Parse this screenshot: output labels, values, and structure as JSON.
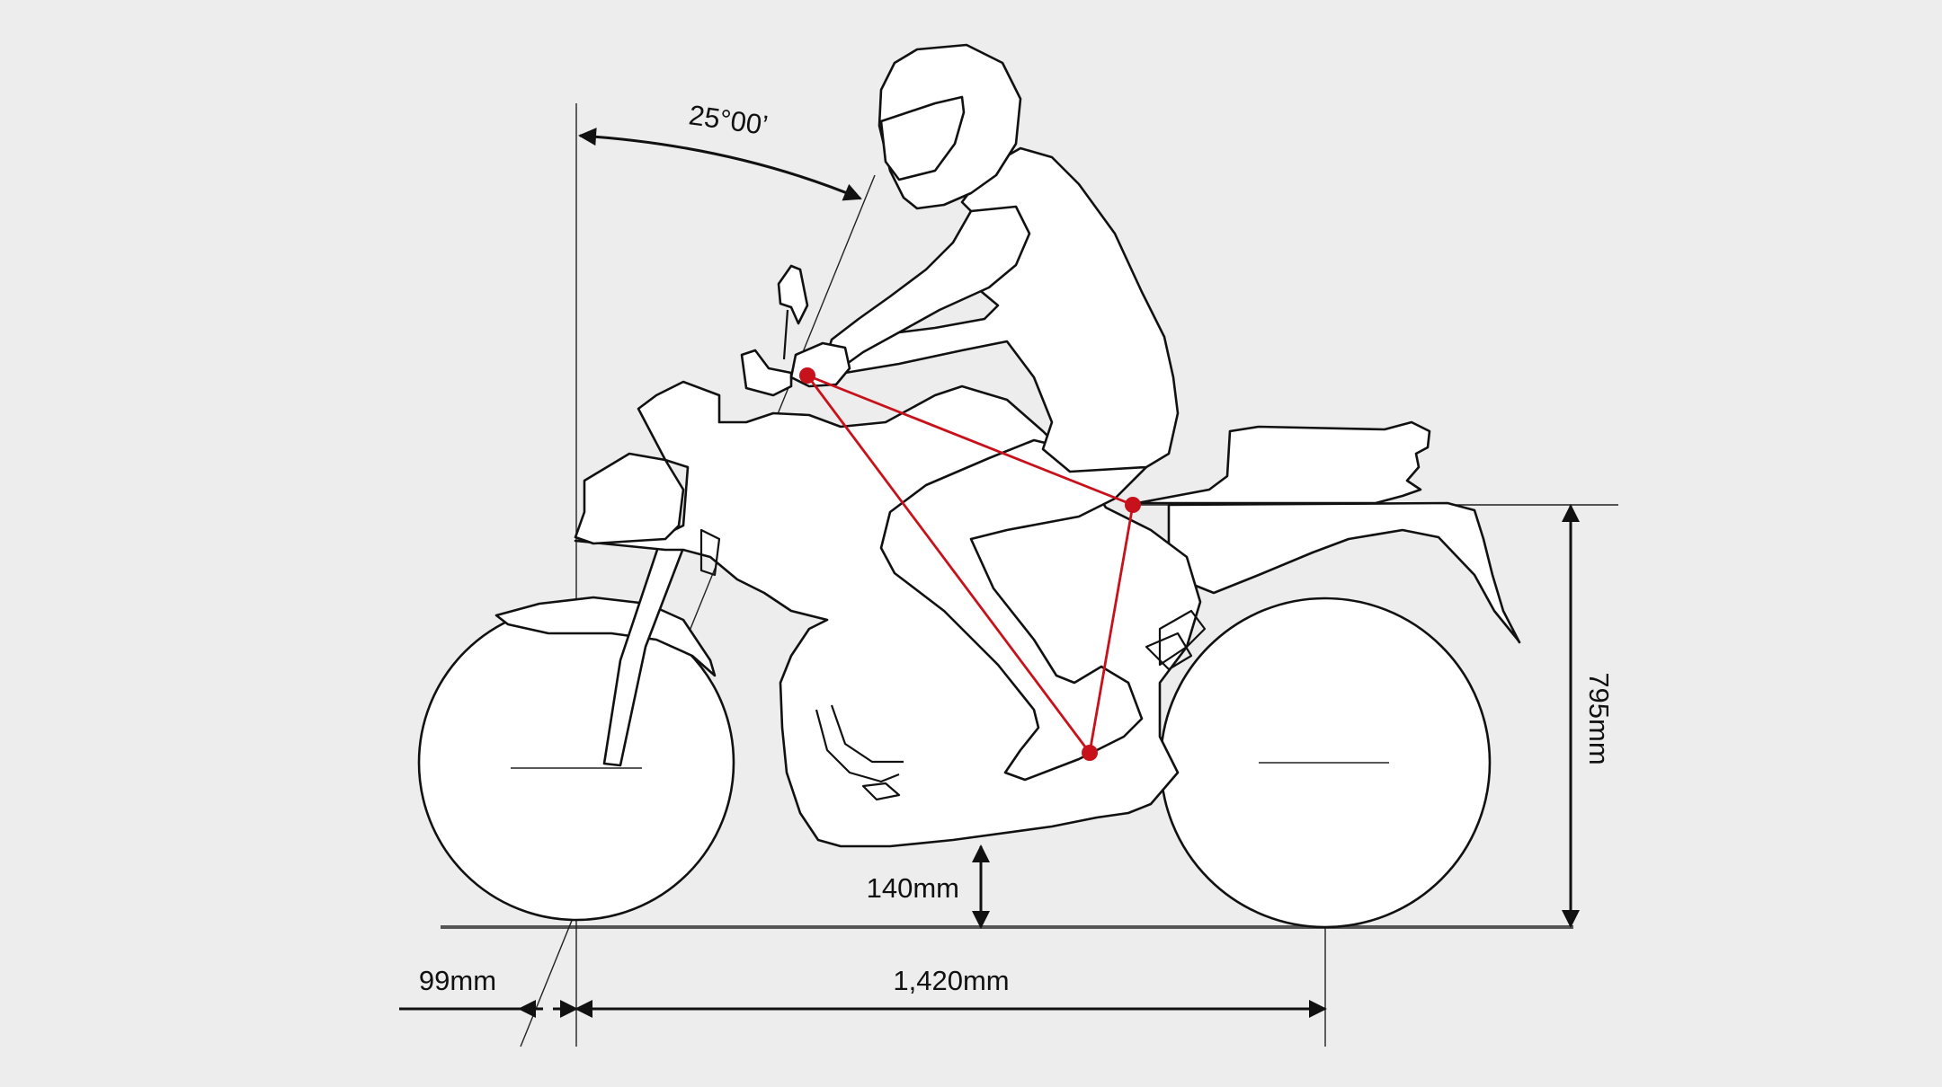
{
  "labels": {
    "rake_angle": "25°00’",
    "trail": "99mm",
    "wheelbase": "1,420mm",
    "ground_clearance": "140mm",
    "seat_height": "795mm"
  },
  "colors": {
    "background": "#ededed",
    "outline": "#111111",
    "fill": "#ffffff",
    "ergonomic_triangle": "#c8121b"
  }
}
